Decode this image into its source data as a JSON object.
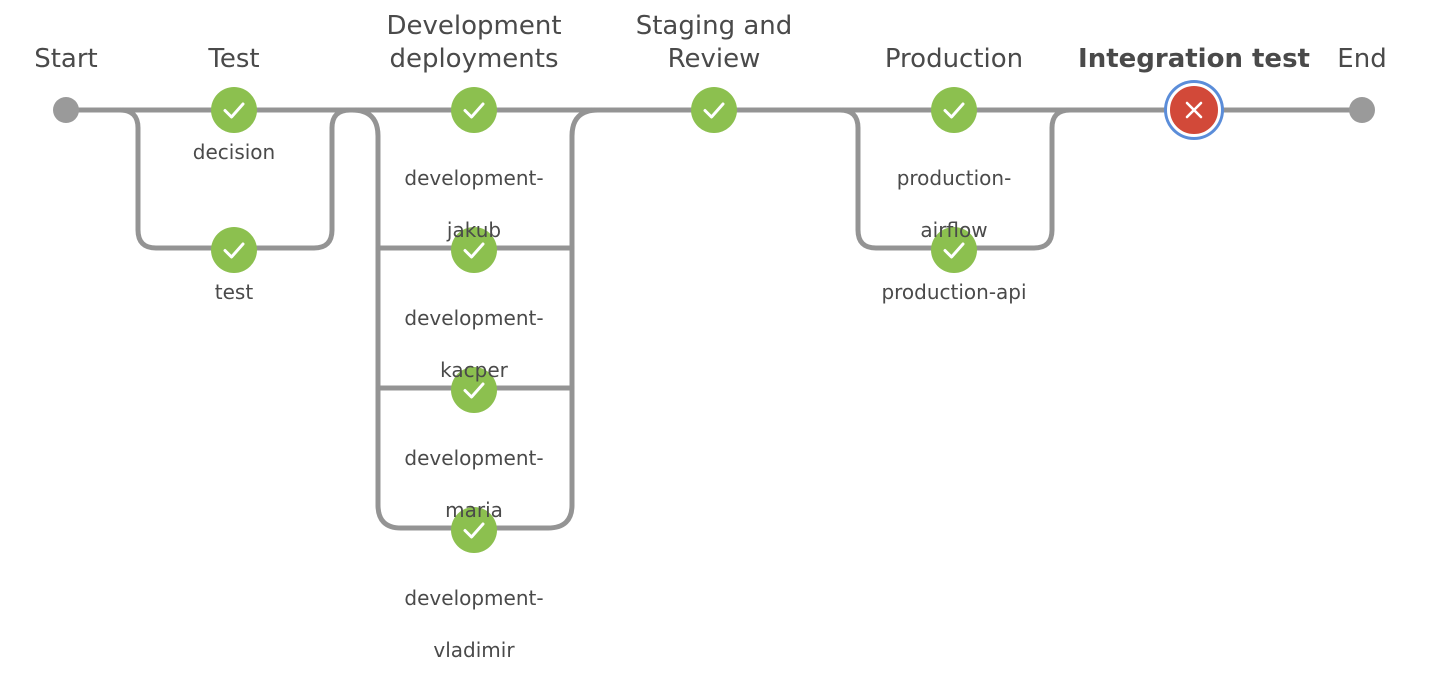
{
  "stages": {
    "start": "Start",
    "test": "Test",
    "dev_line1": "Development",
    "dev_line2": "deployments",
    "staging_line1": "Staging and",
    "staging_line2": "Review",
    "production": "Production",
    "integration": "Integration test",
    "end": "End"
  },
  "branches": {
    "decision": "decision",
    "test": "test",
    "dev_jakub_1": "development-",
    "dev_jakub_2": "jakub",
    "dev_kacper_1": "development-",
    "dev_kacper_2": "kacper",
    "dev_maria_1": "development-",
    "dev_maria_2": "maria",
    "dev_vladimir_1": "development-",
    "dev_vladimir_2": "vladimir",
    "prod_airflow_1": "production-",
    "prod_airflow_2": "airflow",
    "prod_api": "production-api"
  },
  "status": {
    "decision": "success",
    "test": "success",
    "development-jakub": "success",
    "development-kacper": "success",
    "development-maria": "success",
    "development-vladimir": "success",
    "staging": "success",
    "production-airflow": "success",
    "production-api": "success",
    "integration": "failed"
  },
  "colors": {
    "success": "#8cc04f",
    "failed": "#d24939",
    "connector": "#949494",
    "terminal": "#9a9a9a",
    "selected_ring": "#5b8dd9"
  },
  "icons": {
    "success": "check-icon",
    "failed": "cross-icon"
  }
}
